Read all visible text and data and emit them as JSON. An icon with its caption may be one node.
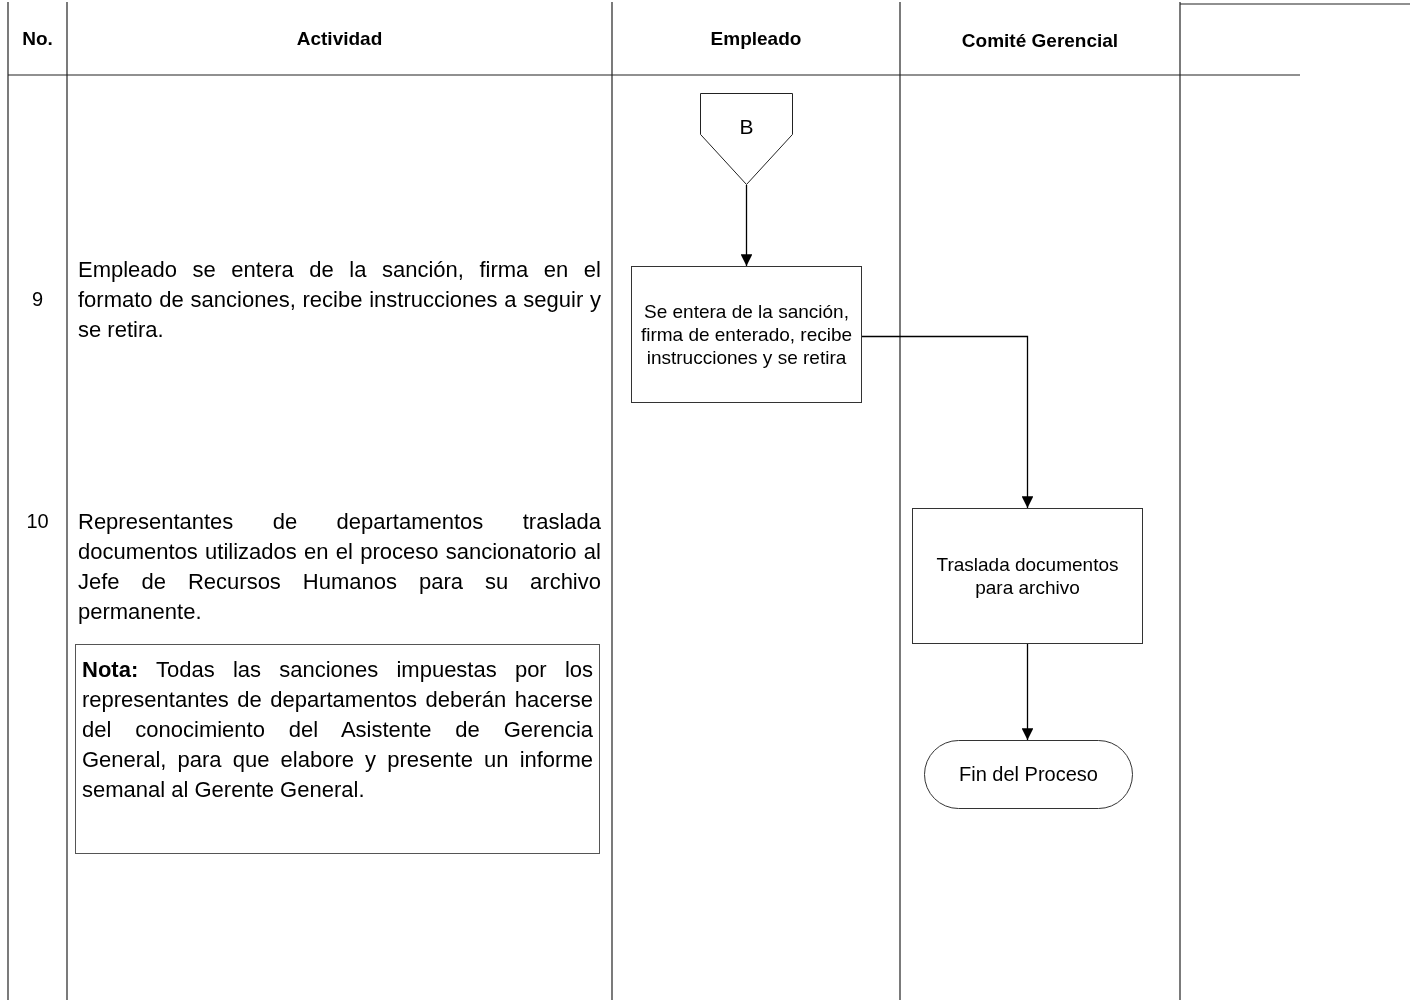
{
  "diagram": {
    "nodes": [
      {
        "text": [
          "B"
        ]
      },
      {
        "text": [
          "Se entera de la sanción, firma de enterado, recibe instrucciones y se retira"
        ]
      },
      {
        "text": [
          "Traslada documentos para archivo"
        ]
      },
      {
        "text": [
          "Fin del Proceso"
        ]
      },
      {
        "text": [
          "**Nota:** Todas las sanciones impuestas por los representantes de departamentos deberán hacerse del conocimiento del Asistente de Gerencia General, para que elabore y presente un informe semanal al Gerente General."
        ]
      }
    ],
    "edges": [
      {
        "from": 0,
        "to": 1,
        "arrow": "to"
      },
      {
        "from": 1,
        "to": 2,
        "arrow": "to"
      },
      {
        "from": 2,
        "to": 3,
        "arrow": "to"
      }
    ],
    "labels": [
      "No.",
      "Actividad",
      "Empleado",
      "Comité Gerencial",
      "9",
      "Empleado se entera de la sanción, firma en el formato de sanciones, recibe instrucciones a seguir y se retira.",
      "10",
      "Representantes de departamentos traslada documentos utilizados en el proceso sancionatorio al Jefe de Recursos Humanos para su archivo permanente."
    ]
  }
}
